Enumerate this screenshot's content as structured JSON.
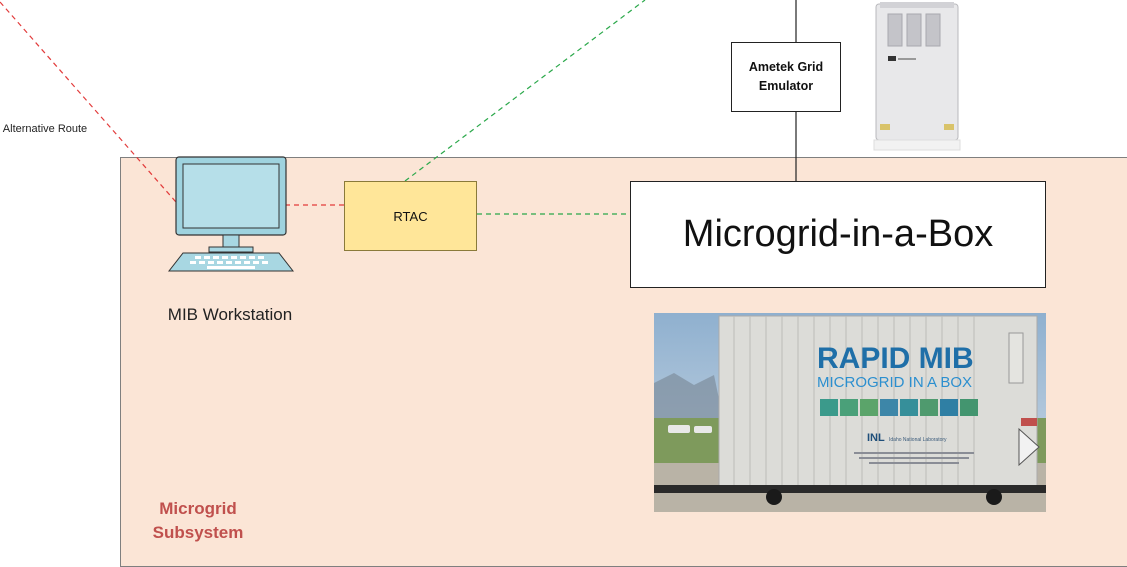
{
  "labels": {
    "alternative_route": "Alternative Route",
    "ametek": "Ametek Grid Emulator",
    "rtac": "RTAC",
    "microgrid_box": "Microgrid-in-a-Box",
    "workstation": "MIB Workstation",
    "subsystem": "Microgrid Subsystem"
  },
  "photo": {
    "title": "RAPID MIB",
    "subtitle": "MICROGRID IN A BOX",
    "logo_text": "INL",
    "logo_subtext": "Idaho National Laboratory"
  },
  "colors": {
    "subsystem_fill": "#fbe5d6",
    "rtac_fill": "#ffe699",
    "red_dashed_link": "#e23b3b",
    "green_dashed_link": "#2aa84a",
    "subsystem_label": "#c0504d",
    "container_blue": "#1f6fa8"
  }
}
